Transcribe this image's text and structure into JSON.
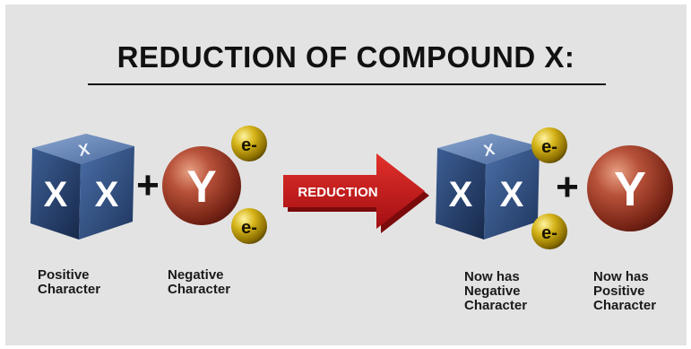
{
  "title": "REDUCTION OF COMPOUND X:",
  "molecule_labels": {
    "x": "X",
    "y": "Y",
    "electron": "e-"
  },
  "operators": {
    "plus": "+"
  },
  "arrow": {
    "label": "REDUCTION",
    "color": "#c4151c"
  },
  "captions": {
    "reactant_x": [
      "Positive",
      "Character"
    ],
    "reactant_y": [
      "Negative",
      "Character"
    ],
    "product_x": [
      "Now has",
      "Negative",
      "Character"
    ],
    "product_y": [
      "Now has",
      "Positive",
      "Character"
    ]
  },
  "colors": {
    "background": "#e3e3e3",
    "cube": "#2d4a7a",
    "sphere_y": "#a8412c",
    "electron": "#c9a400"
  }
}
